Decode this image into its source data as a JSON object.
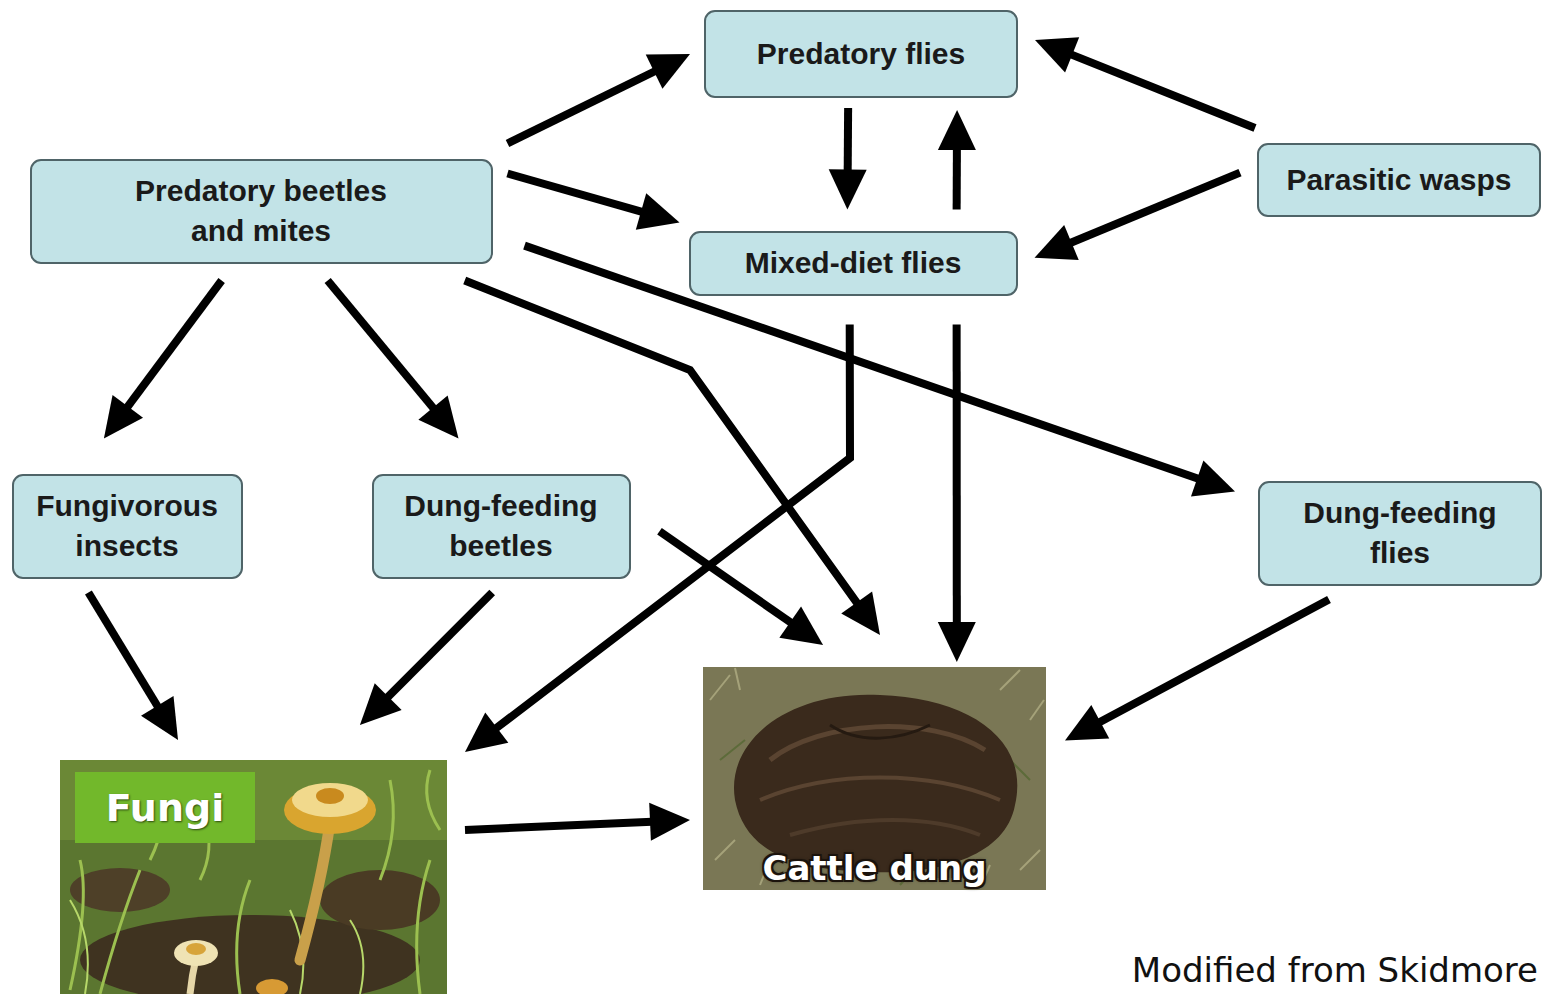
{
  "diagram": {
    "nodes": [
      {
        "text": [
          "Predatory flies"
        ]
      },
      {
        "text": [
          "Predatory beetles and mites"
        ]
      },
      {
        "text": [
          "Parasitic wasps"
        ]
      },
      {
        "text": [
          "Mixed-diet flies"
        ]
      },
      {
        "text": [
          "Fungivorous insects"
        ]
      },
      {
        "text": [
          "Dung-feeding beetles"
        ]
      },
      {
        "text": [
          "Dung-feeding flies"
        ]
      },
      {
        "text": [
          "Fungi"
        ]
      },
      {
        "text": [
          "Cattle dung"
        ]
      }
    ],
    "edges": [
      {
        "from": 1,
        "to": 0,
        "arrow": "to"
      },
      {
        "from": 1,
        "to": 3,
        "arrow": "to"
      },
      {
        "from": 1,
        "to": 4,
        "arrow": "to"
      },
      {
        "from": 1,
        "to": 5,
        "arrow": "to"
      },
      {
        "from": 1,
        "to": 8,
        "arrow": "to"
      },
      {
        "from": 1,
        "to": 6,
        "arrow": "to"
      },
      {
        "from": 2,
        "to": 0,
        "arrow": "to"
      },
      {
        "from": 2,
        "to": 3,
        "arrow": "to"
      },
      {
        "from": 0,
        "to": 3,
        "arrow": "to"
      },
      {
        "from": 3,
        "to": 0,
        "arrow": "to"
      },
      {
        "from": 3,
        "to": 7,
        "arrow": "to"
      },
      {
        "from": 3,
        "to": 8,
        "arrow": "to"
      },
      {
        "from": 4,
        "to": 7,
        "arrow": "to"
      },
      {
        "from": 5,
        "to": 7,
        "arrow": "to"
      },
      {
        "from": 5,
        "to": 8,
        "arrow": "to"
      },
      {
        "from": 6,
        "to": 8,
        "arrow": "to"
      },
      {
        "from": 7,
        "to": 8,
        "arrow": "to"
      }
    ],
    "labels": [
      "Modified from Skidmore"
    ]
  }
}
